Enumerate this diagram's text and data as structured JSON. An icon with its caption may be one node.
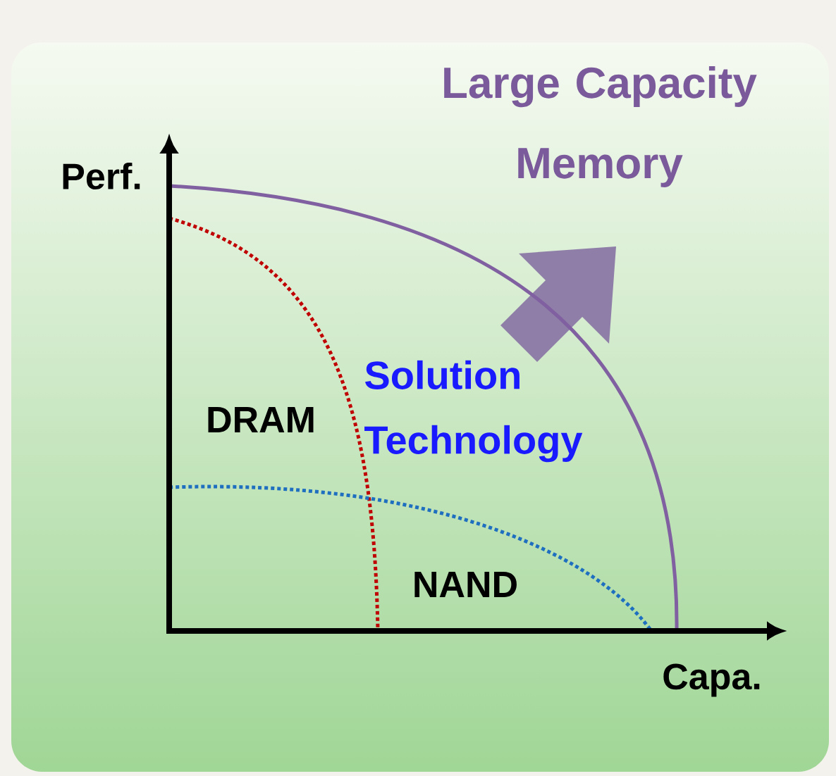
{
  "diagram": {
    "title": "Large Capacity Memory",
    "labels": [
      "Perf.",
      "Solution Technology",
      "DRAM",
      "NAND",
      "Capa."
    ]
  }
}
